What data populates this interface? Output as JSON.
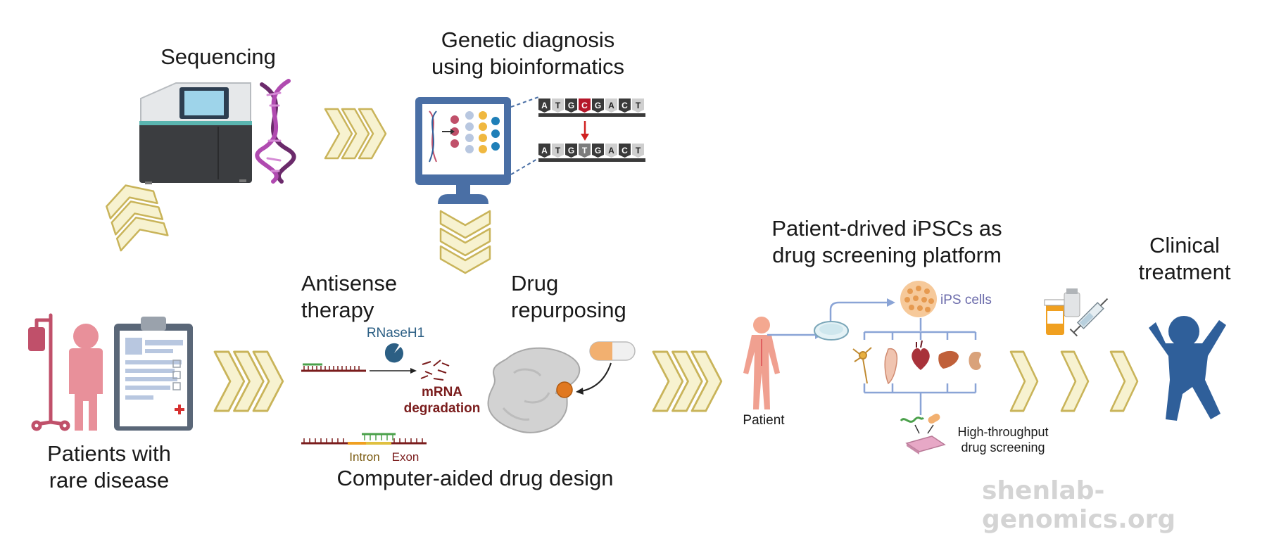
{
  "labels": {
    "sequencing": "Sequencing",
    "diagnosis_1": "Genetic diagnosis",
    "diagnosis_2": "using bioinformatics",
    "patients_1": "Patients with",
    "patients_2": "rare disease",
    "antisense_1": "Antisense",
    "antisense_2": "therapy",
    "rnaseh1": "RNaseH1",
    "mrna_1": "mRNA",
    "mrna_2": "degradation",
    "intron": "Intron",
    "exon": "Exon",
    "drug_repurposing_1": "Drug",
    "drug_repurposing_2": "repurposing",
    "cadd": "Computer-aided drug design",
    "ipsc_title_1": "Patient-drived iPSCs as",
    "ipsc_title_2": "drug screening platform",
    "ips_cells": "iPS cells",
    "patient": "Patient",
    "hts_1": "High-throughput",
    "hts_2": "drug screening",
    "clinical_1": "Clinical",
    "clinical_2": "treatment"
  },
  "dna_sequences": {
    "reference": [
      "A",
      "T",
      "G",
      "C",
      "G",
      "A",
      "C",
      "T"
    ],
    "variant": [
      "A",
      "T",
      "G",
      "T",
      "G",
      "A",
      "C",
      "T"
    ],
    "highlight_index": 3
  },
  "watermark": "shenlab-genomics.org",
  "colors": {
    "chevron_fill": "#f7f2d0",
    "chevron_stroke": "#c9b45a",
    "figure_blue": "#2f5f9a",
    "patient_pink": "#e8909a",
    "iv_red": "#c0506a",
    "monitor_blue": "#4a6fa5",
    "mrna_red": "#7a1c1c",
    "ips_label": "#6a6aaa",
    "hts_pink": "#e7a8c6"
  }
}
